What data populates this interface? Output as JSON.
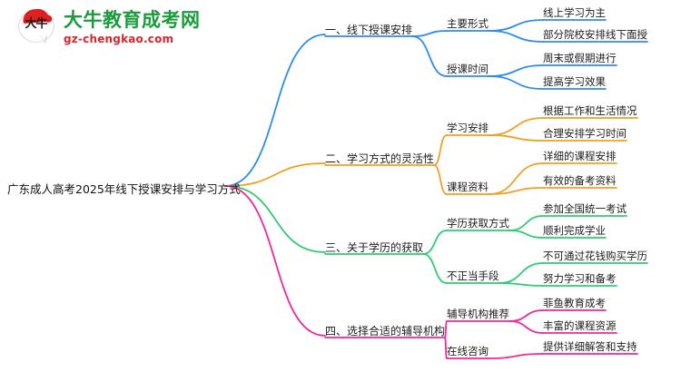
{
  "logo": {
    "mark_text": "大牛",
    "name": "大牛教育成考网",
    "domain": "gz-chengkao.com",
    "brand_green": "#1a9c3c",
    "brand_red": "#d8262c"
  },
  "mindmap": {
    "type": "mindmap",
    "root": "广东成人高考2025年线下授课安排与学习方式",
    "branch_colors": [
      "#2d8cf0",
      "#f0a020",
      "#2ecc71",
      "#f0289b"
    ],
    "branches": [
      {
        "label": "一、线下授课安排",
        "color": "#2d8cf0",
        "children": [
          {
            "label": "主要形式",
            "leaves": [
              "线上学习为主",
              "部分院校安排线下面授"
            ]
          },
          {
            "label": "授课时间",
            "leaves": [
              "周末或假期进行",
              "提高学习效果"
            ]
          }
        ]
      },
      {
        "label": "二、学习方式的灵活性",
        "color": "#f0a020",
        "children": [
          {
            "label": "学习安排",
            "leaves": [
              "根据工作和生活情况",
              "合理安排学习时间"
            ]
          },
          {
            "label": "课程资料",
            "leaves": [
              "详细的课程安排",
              "有效的备考资料"
            ]
          }
        ]
      },
      {
        "label": "三、关于学历的获取",
        "color": "#2ecc71",
        "children": [
          {
            "label": "学历获取方式",
            "leaves": [
              "参加全国统一考试",
              "顺利完成学业"
            ]
          },
          {
            "label": "不正当手段",
            "leaves": [
              "不可通过花钱购买学历",
              "努力学习和备考"
            ]
          }
        ]
      },
      {
        "label": "四、选择合适的辅导机构",
        "color": "#f0289b",
        "children": [
          {
            "label": "辅导机构推荐",
            "leaves": [
              "菲鱼教育成考",
              "丰富的课程资源"
            ]
          },
          {
            "label": "在线咨询",
            "leaves": [
              "提供详细解答和支持"
            ]
          }
        ]
      }
    ]
  }
}
